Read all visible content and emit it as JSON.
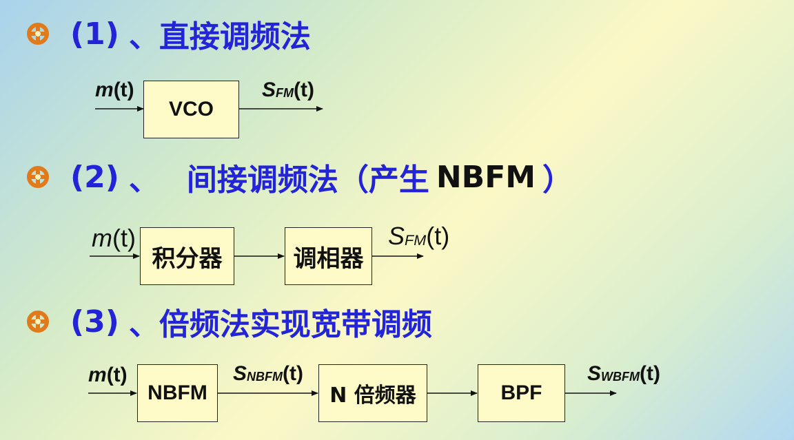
{
  "headings": [
    {
      "num": "(1)",
      "sep": "、",
      "text": "直接调频法"
    },
    {
      "num": "(2)",
      "sep": "、",
      "text": "间接调频法（产生",
      "nb": "NBFM",
      "close": "）"
    },
    {
      "num": "(3)",
      "sep": "、",
      "text": "倍频法实现宽带调频"
    }
  ],
  "diagram1": {
    "input": {
      "main": "m",
      "arg": "(t)"
    },
    "box": "VCO",
    "output": {
      "main": "S",
      "sub": "FM",
      "arg": "(t)"
    }
  },
  "diagram2": {
    "input": {
      "main": "m",
      "arg": "(t)"
    },
    "box1": "积分器",
    "box2": "调相器",
    "output": {
      "main": "S",
      "sub": "FM",
      "arg": "(t)"
    }
  },
  "diagram3": {
    "input": {
      "main": "m",
      "arg": "(t)"
    },
    "box1": "NBFM",
    "mid": {
      "main": "S",
      "sub": "NBFM",
      "arg": "(t)"
    },
    "box2": "N 倍频器",
    "box3": "BPF",
    "output": {
      "main": "S",
      "sub": "WBFM",
      "arg": "(t)"
    }
  },
  "colors": {
    "heading": "#2323d8",
    "bullet": "#e07a1a",
    "box_fill": "#fffbc8"
  }
}
